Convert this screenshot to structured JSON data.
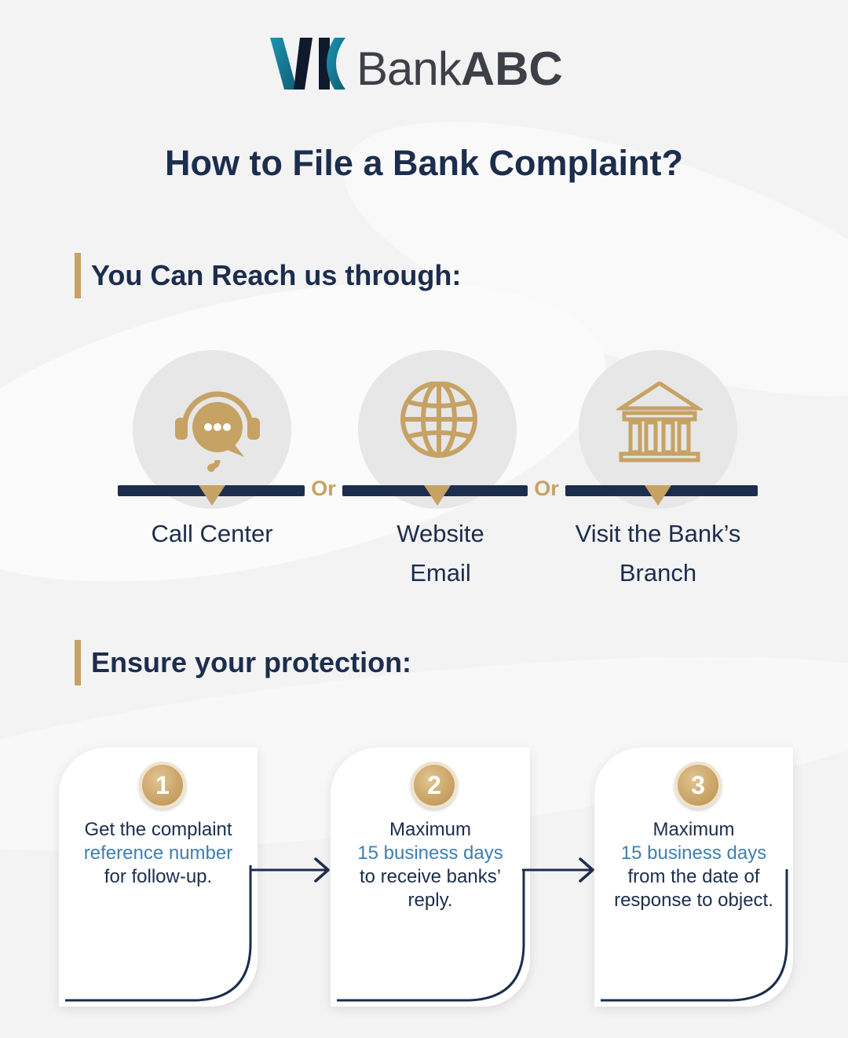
{
  "brand": {
    "name_light": "Bank",
    "name_bold": "ABC",
    "colors": {
      "navy": "#1c2d4d",
      "gold": "#c6a265",
      "teal": "#1a7f9a",
      "highlight": "#3e7fae"
    }
  },
  "title": "How to File a Bank Complaint?",
  "section_reach": {
    "heading": "You Can Reach us through:"
  },
  "channels": [
    {
      "icon": "headset-chat-icon",
      "lines": [
        "Call Center"
      ]
    },
    {
      "icon": "globe-icon",
      "lines": [
        "Website",
        "Email"
      ]
    },
    {
      "icon": "bank-building-icon",
      "lines": [
        "Visit the Bank’s",
        "Branch"
      ]
    }
  ],
  "separator": "Or",
  "section_protection": {
    "heading": "Ensure your protection:"
  },
  "steps": [
    {
      "number": "1",
      "line1": "Get the complaint",
      "highlight": "reference number",
      "line2": "for follow-up.",
      "line3": ""
    },
    {
      "number": "2",
      "line1": "Maximum",
      "highlight": "15 business days",
      "line2": "to receive banks’",
      "line3": "reply."
    },
    {
      "number": "3",
      "line1": "Maximum",
      "highlight": "15 business days",
      "line2": "from the date of",
      "line3": "response to object."
    }
  ]
}
